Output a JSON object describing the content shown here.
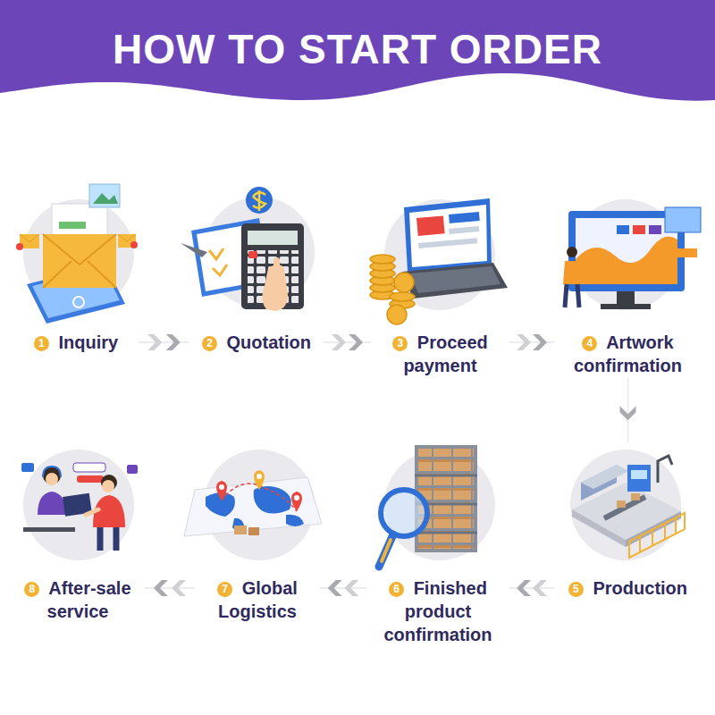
{
  "diagram": {
    "title": "HOW TO START ORDER",
    "nodes": [
      {
        "text": [
          "1",
          "Inquiry"
        ]
      },
      {
        "text": [
          "2",
          "Quotation"
        ]
      },
      {
        "text": [
          "3",
          "Proceed payment"
        ]
      },
      {
        "text": [
          "4",
          "Artwork confirmation"
        ]
      },
      {
        "text": [
          "5",
          "Production"
        ]
      },
      {
        "text": [
          "6",
          "Finished product confirmation"
        ]
      },
      {
        "text": [
          "7",
          "Global Logistics"
        ]
      },
      {
        "text": [
          "8",
          "After-sale service"
        ]
      }
    ],
    "edges": [
      {
        "from": 0,
        "to": 1,
        "arrow": "to"
      },
      {
        "from": 1,
        "to": 2,
        "arrow": "to"
      },
      {
        "from": 2,
        "to": 3,
        "arrow": "to"
      },
      {
        "from": 3,
        "to": 4,
        "arrow": "to"
      },
      {
        "from": 4,
        "to": 5,
        "arrow": "to"
      },
      {
        "from": 5,
        "to": 6,
        "arrow": "to"
      },
      {
        "from": 6,
        "to": 7,
        "arrow": "to"
      }
    ]
  }
}
